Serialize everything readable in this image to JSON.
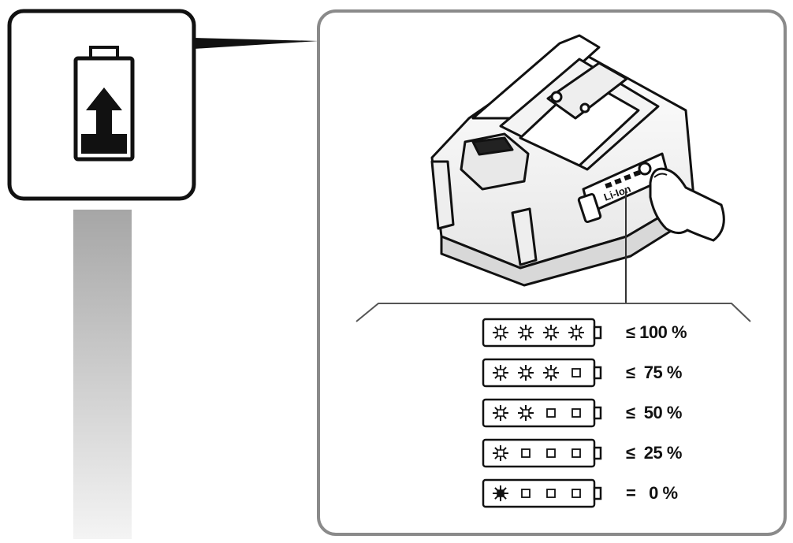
{
  "battery_icon": {
    "symbol": "charge-up-arrow-icon"
  },
  "device": {
    "label": "Li-Ion",
    "button": "power-button-icon"
  },
  "charge_levels": [
    {
      "label": "≤ 100 %",
      "lit": 4
    },
    {
      "label": "≤  75 %",
      "lit": 3
    },
    {
      "label": "≤  50 %",
      "lit": 2
    },
    {
      "label": "≤  25 %",
      "lit": 1
    },
    {
      "label": "=   0 %",
      "lit": 0,
      "blinking": true
    }
  ],
  "colors": {
    "line": "#222222",
    "frame": "#888888",
    "gradient_top": "#a8a8a8",
    "gradient_bottom": "#f2f2f2"
  }
}
